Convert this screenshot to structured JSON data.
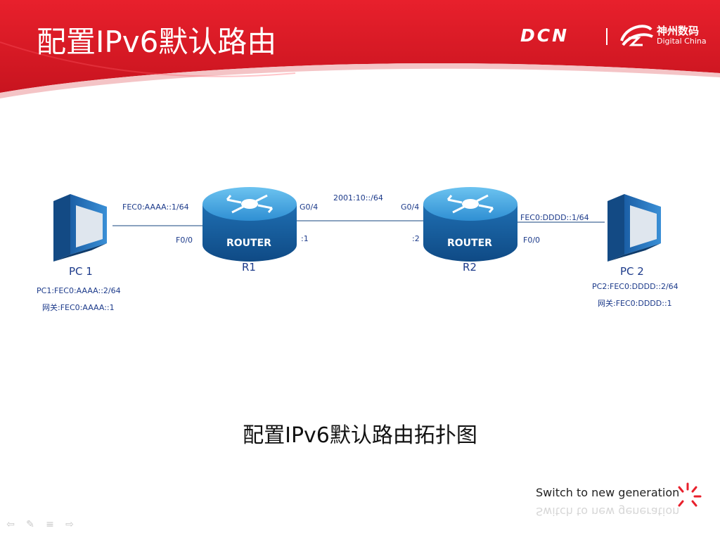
{
  "header": {
    "title": "配置IPv6默认路由",
    "brand_dcn": "DCN",
    "brand_cn": "神州数码",
    "brand_en": "Digital China"
  },
  "diagram": {
    "devices": {
      "pc1": "PC 1",
      "r1": "R1",
      "r2": "R2",
      "pc2": "PC 2",
      "router_text": "ROUTER"
    },
    "labels": {
      "pc1_link": "FEC0:AAAA::1/64",
      "r1_f00": "F0/0",
      "r1_g04": "G0/4",
      "r1_addr": ":1",
      "mid_net": "2001:10::/64",
      "r2_g04": "G0/4",
      "r2_addr": ":2",
      "r2_link": "FEC0:DDDD::1/64",
      "r2_f00": "F0/0",
      "pc1_ip": "PC1:FEC0:AAAA::2/64",
      "pc1_gw": "网关:FEC0:AAAA::1",
      "pc2_ip": "PC2:FEC0:DDDD::2/64",
      "pc2_gw": "网关:FEC0:DDDD::1"
    }
  },
  "caption": "配置IPv6默认路由拓扑图",
  "slogan": "Switch to new generation",
  "nav": {
    "prev": "⇦",
    "pen": "✎",
    "menu": "≡",
    "next": "⇨"
  },
  "colors": {
    "header_red": "#d91e2a",
    "header_dark_red": "#a10f1c",
    "router_blue": "#2f8fd3",
    "label_blue": "#1c3a8a"
  }
}
